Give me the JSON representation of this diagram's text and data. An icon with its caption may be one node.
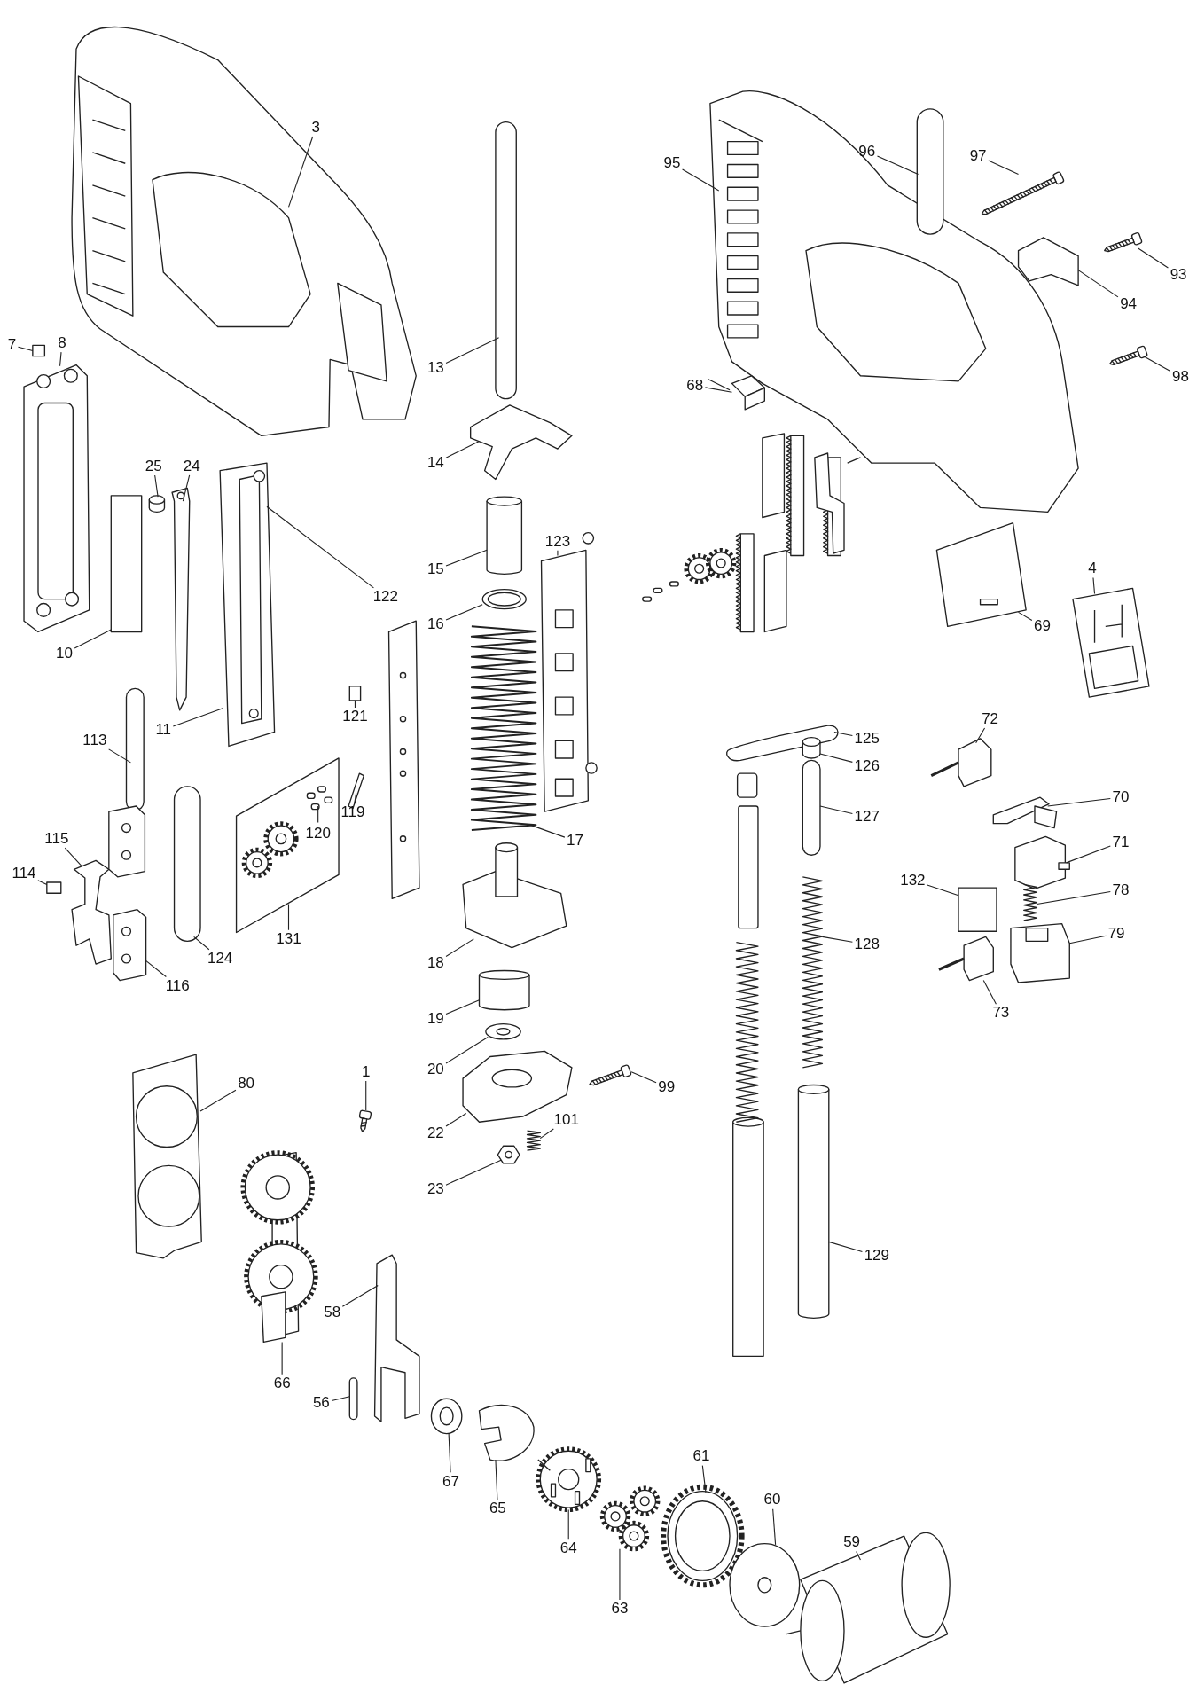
{
  "diagram": {
    "nodes": [
      {
        "text": [
          "3"
        ]
      },
      {
        "text": [
          "95"
        ]
      },
      {
        "text": [
          "96"
        ]
      },
      {
        "text": [
          "97"
        ]
      },
      {
        "text": [
          "93"
        ]
      },
      {
        "text": [
          "94"
        ]
      },
      {
        "text": [
          "7"
        ]
      },
      {
        "text": [
          "8"
        ]
      },
      {
        "text": [
          "13"
        ]
      },
      {
        "text": [
          "98"
        ]
      },
      {
        "text": [
          "68"
        ]
      },
      {
        "text": [
          "14"
        ]
      },
      {
        "text": [
          "25"
        ]
      },
      {
        "text": [
          "24"
        ]
      },
      {
        "text": [
          "123"
        ]
      },
      {
        "text": [
          "15"
        ]
      },
      {
        "text": [
          "4"
        ]
      },
      {
        "text": [
          "122"
        ]
      },
      {
        "text": [
          "16"
        ]
      },
      {
        "text": [
          "69"
        ]
      },
      {
        "text": [
          "10"
        ]
      },
      {
        "text": [
          "121"
        ]
      },
      {
        "text": [
          "72"
        ]
      },
      {
        "text": [
          "11"
        ]
      },
      {
        "text": [
          "113"
        ]
      },
      {
        "text": [
          "125"
        ]
      },
      {
        "text": [
          "126"
        ]
      },
      {
        "text": [
          "70"
        ]
      },
      {
        "text": [
          "119"
        ]
      },
      {
        "text": [
          "127"
        ]
      },
      {
        "text": [
          "120"
        ],
        "in": 100
      },
      {
        "text": [
          "115"
        ]
      },
      {
        "text": [
          "17"
        ]
      },
      {
        "text": [
          "71"
        ]
      },
      {
        "text": [
          "114"
        ]
      },
      {
        "text": [
          "132"
        ]
      },
      {
        "text": [
          "78"
        ]
      },
      {
        "text": [
          "79"
        ]
      },
      {
        "text": [
          "131"
        ]
      },
      {
        "text": [
          "128"
        ]
      },
      {
        "text": [
          "124"
        ]
      },
      {
        "text": [
          "18"
        ]
      },
      {
        "text": [
          "116"
        ]
      },
      {
        "text": [
          "73"
        ]
      },
      {
        "text": [
          "19"
        ]
      },
      {
        "text": [
          "20"
        ]
      },
      {
        "text": [
          "1"
        ]
      },
      {
        "text": [
          "80"
        ]
      },
      {
        "text": [
          "99"
        ]
      },
      {
        "text": [
          "101"
        ]
      },
      {
        "text": [
          "22"
        ]
      },
      {
        "text": [
          "23"
        ]
      },
      {
        "text": [
          "129"
        ]
      },
      {
        "text": [
          "58"
        ]
      },
      {
        "text": [
          "66"
        ]
      },
      {
        "text": [
          "56"
        ]
      },
      {
        "text": [
          "67"
        ]
      },
      {
        "text": [
          "65"
        ]
      },
      {
        "text": [
          "61"
        ]
      },
      {
        "text": [
          "60"
        ]
      },
      {
        "text": [
          "59"
        ]
      },
      {
        "text": [
          "64"
        ]
      },
      {
        "text": [
          "63"
        ]
      },
      {
        "text": [],
        "shape": "picture"
      },
      {
        "text": [],
        "shape": "picture"
      },
      {
        "text": [],
        "shape": "bar"
      },
      {
        "text": [],
        "shape": "picture"
      },
      {
        "text": [],
        "shape": "picture"
      },
      {
        "text": [],
        "shape": "picture"
      },
      {
        "text": [],
        "shape": "box"
      },
      {
        "text": [],
        "shape": "picture"
      },
      {
        "text": [],
        "shape": "bar"
      },
      {
        "text": [],
        "shape": "picture"
      },
      {
        "text": [],
        "shape": "picture"
      },
      {
        "text": [],
        "shape": "picture"
      },
      {
        "text": [],
        "shape": "cylinder"
      },
      {
        "text": [],
        "shape": "picture"
      },
      {
        "text": [],
        "shape": "picture"
      },
      {
        "text": [],
        "shape": "cylinder"
      },
      {
        "text": [],
        "shape": "picture"
      },
      {
        "text": [],
        "shape": "picture"
      },
      {
        "text": [],
        "shape": "picture"
      },
      {
        "text": [],
        "shape": "box"
      },
      {
        "text": [],
        "shape": "box"
      },
      {
        "text": [],
        "shape": "picture"
      },
      {
        "text": [],
        "shape": "picture"
      },
      {
        "text": [],
        "shape": "bar"
      },
      {
        "text": [],
        "shape": "picture"
      },
      {
        "text": [],
        "shape": "cylinder"
      },
      {
        "text": [],
        "shape": "picture"
      },
      {
        "text": [],
        "shape": "picture"
      },
      {
        "text": [],
        "shape": "bar"
      },
      {
        "text": [],
        "shape": "picture",
        "in": 100
      },
      {
        "text": [],
        "shape": "picture"
      },
      {
        "text": [],
        "shape": "picture"
      },
      {
        "text": [],
        "shape": "picture"
      },
      {
        "text": [],
        "shape": "box"
      },
      {
        "text": [],
        "shape": "box"
      },
      {
        "text": [],
        "shape": "picture"
      },
      {
        "text": [],
        "shape": "picture"
      },
      {
        "text": [],
        "shape": "picture"
      },
      {
        "text": [],
        "shape": "picture"
      },
      {
        "text": [],
        "shape": "bar"
      },
      {
        "text": [],
        "shape": "picture"
      },
      {
        "text": [],
        "shape": "picture"
      },
      {
        "text": [],
        "shape": "picture"
      },
      {
        "text": [],
        "shape": "cylinder"
      },
      {
        "text": [],
        "shape": "picture"
      },
      {
        "text": [],
        "shape": "picture"
      },
      {
        "text": [],
        "shape": "picture"
      },
      {
        "text": [],
        "shape": "picture"
      },
      {
        "text": [],
        "shape": "picture"
      },
      {
        "text": [],
        "shape": "picture"
      },
      {
        "text": [],
        "shape": "picture"
      },
      {
        "text": [],
        "shape": "cylinder"
      },
      {
        "text": [],
        "shape": "picture"
      },
      {
        "text": [],
        "shape": "picture"
      },
      {
        "text": [],
        "shape": "bar"
      },
      {
        "text": [],
        "shape": "picture"
      },
      {
        "text": [],
        "shape": "picture"
      },
      {
        "text": [],
        "shape": "picture"
      },
      {
        "text": [],
        "shape": "picture"
      },
      {
        "text": [],
        "shape": "picture"
      },
      {
        "text": [],
        "shape": "picture"
      },
      {
        "text": [],
        "shape": "picture"
      }
    ],
    "edges": [
      {
        "from": 0,
        "to": 63,
        "arrow": "none"
      },
      {
        "from": 1,
        "to": 64,
        "arrow": "none"
      },
      {
        "from": 2,
        "to": 65,
        "arrow": "none"
      },
      {
        "from": 3,
        "to": 66,
        "arrow": "none"
      },
      {
        "from": 4,
        "to": 67,
        "arrow": "none"
      },
      {
        "from": 5,
        "to": 68,
        "arrow": "none"
      },
      {
        "from": 6,
        "to": 69,
        "arrow": "none"
      },
      {
        "from": 7,
        "to": 70,
        "arrow": "none"
      },
      {
        "from": 8,
        "to": 71,
        "arrow": "none"
      },
      {
        "from": 9,
        "to": 72,
        "arrow": "none"
      },
      {
        "from": 10,
        "to": 73,
        "arrow": "none"
      },
      {
        "from": 11,
        "to": 74,
        "arrow": "none"
      },
      {
        "from": 12,
        "to": 75,
        "arrow": "none"
      },
      {
        "from": 13,
        "to": 76,
        "arrow": "none"
      },
      {
        "from": 14,
        "to": 77,
        "arrow": "none"
      },
      {
        "from": 15,
        "to": 78,
        "arrow": "none"
      },
      {
        "from": 16,
        "to": 79,
        "arrow": "none"
      },
      {
        "from": 17,
        "to": 85,
        "arrow": "none"
      },
      {
        "from": 18,
        "to": 80,
        "arrow": "none"
      },
      {
        "from": 19,
        "to": 81,
        "arrow": "none"
      },
      {
        "from": 20,
        "to": 82,
        "arrow": "none"
      },
      {
        "from": 21,
        "to": 83,
        "arrow": "none"
      },
      {
        "from": 22,
        "to": 84,
        "arrow": "none"
      },
      {
        "from": 23,
        "to": 85,
        "arrow": "none"
      },
      {
        "from": 24,
        "to": 86,
        "arrow": "none"
      },
      {
        "from": 25,
        "to": 87,
        "arrow": "none"
      },
      {
        "from": 26,
        "to": 88,
        "arrow": "none"
      },
      {
        "from": 27,
        "to": 89,
        "arrow": "none"
      },
      {
        "from": 28,
        "to": 90,
        "arrow": "none"
      },
      {
        "from": 29,
        "to": 91,
        "arrow": "none"
      },
      {
        "from": 30,
        "to": 92,
        "arrow": "none"
      },
      {
        "from": 31,
        "to": 93,
        "arrow": "none"
      },
      {
        "from": 32,
        "to": 94,
        "arrow": "none"
      },
      {
        "from": 33,
        "to": 95,
        "arrow": "none"
      },
      {
        "from": 34,
        "to": 96,
        "arrow": "none"
      },
      {
        "from": 35,
        "to": 97,
        "arrow": "none"
      },
      {
        "from": 36,
        "to": 98,
        "arrow": "none"
      },
      {
        "from": 37,
        "to": 99,
        "arrow": "none"
      },
      {
        "from": 38,
        "to": 100,
        "arrow": "none"
      },
      {
        "from": 39,
        "to": 101,
        "arrow": "none"
      },
      {
        "from": 40,
        "to": 102,
        "arrow": "none"
      },
      {
        "from": 41,
        "to": 103,
        "arrow": "none"
      },
      {
        "from": 42,
        "to": 104,
        "arrow": "none"
      },
      {
        "from": 43,
        "to": 105,
        "arrow": "none"
      },
      {
        "from": 44,
        "to": 106,
        "arrow": "none"
      },
      {
        "from": 45,
        "to": 107,
        "arrow": "none"
      },
      {
        "from": 46,
        "to": 108,
        "arrow": "none"
      },
      {
        "from": 47,
        "to": 109,
        "arrow": "none"
      },
      {
        "from": 48,
        "to": 110,
        "arrow": "none"
      },
      {
        "from": 49,
        "to": 111,
        "arrow": "none"
      },
      {
        "from": 50,
        "to": 112,
        "arrow": "none"
      },
      {
        "from": 51,
        "to": 113,
        "arrow": "none"
      },
      {
        "from": 52,
        "to": 114,
        "arrow": "none"
      },
      {
        "from": 53,
        "to": 115,
        "arrow": "none"
      },
      {
        "from": 54,
        "to": 116,
        "arrow": "none"
      },
      {
        "from": 55,
        "to": 117,
        "arrow": "none"
      },
      {
        "from": 56,
        "to": 118,
        "arrow": "none"
      },
      {
        "from": 57,
        "to": 119,
        "arrow": "none"
      },
      {
        "from": 58,
        "to": 120,
        "arrow": "none"
      },
      {
        "from": 59,
        "to": 121,
        "arrow": "none"
      },
      {
        "from": 60,
        "to": 122,
        "arrow": "none"
      },
      {
        "from": 61,
        "to": 123,
        "arrow": "none"
      },
      {
        "from": 62,
        "to": 124,
        "arrow": "none"
      }
    ]
  }
}
